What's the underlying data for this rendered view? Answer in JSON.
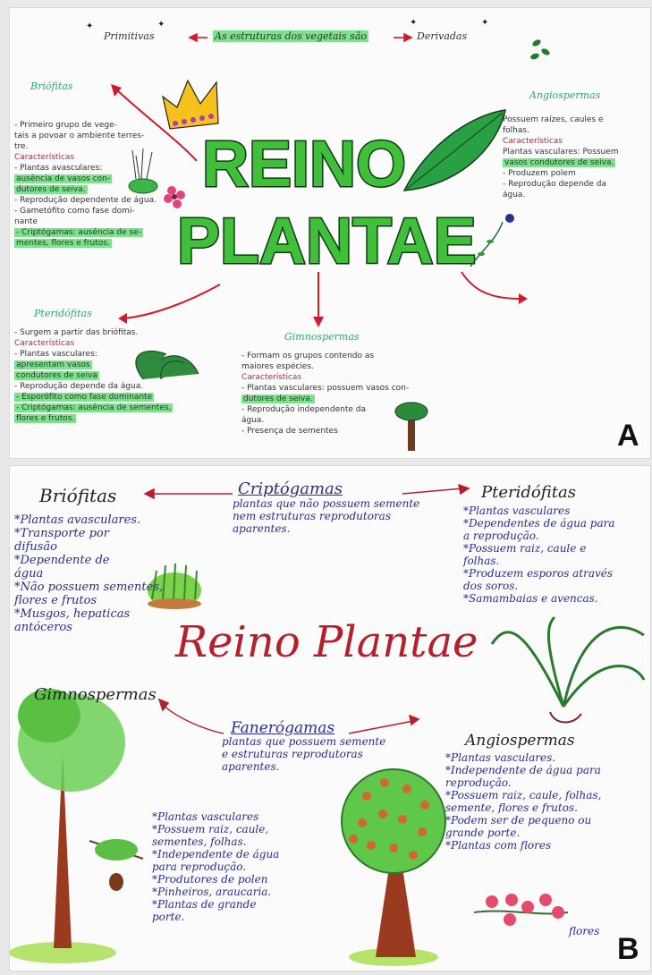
{
  "panel_a": {
    "letter": "A",
    "top_center": "As estruturas dos vegetais são",
    "top_left": "Primitivas",
    "top_right": "Derivadas",
    "title_line1": "REINO",
    "title_line2": "PLANTAE",
    "briofitas": {
      "title": "Briófitas",
      "lines": [
        "- Primeiro grupo de vege-",
        "tais a povoar o ambiente terres-",
        "tre.",
        "Características",
        "- Plantas avasculares:",
        "ausência de vasos con-",
        "dutores de seiva.",
        "- Reprodução dependente de água.",
        "- Gametófito como fase domi-",
        "nante",
        "- Criptógamas: ausência de se-",
        "mentes, flores e frutos."
      ]
    },
    "pteridofitas": {
      "title": "Pteridófitas",
      "lines": [
        "- Surgem a partir das briófitas.",
        "Características",
        "- Plantas vasculares:",
        "apresentam vasos",
        "condutores de seiva",
        "- Reprodução depende da água.",
        "- Esporófito como fase dominante",
        "- Criptógamas: ausência de sementes,",
        "flores e frutos."
      ]
    },
    "gimnospermas": {
      "title": "Gimnospermas",
      "lines": [
        "- Formam os grupos contendo as",
        "maiores espécies.",
        "Características",
        "- Plantas vasculares: possuem vasos con-",
        "dutores de seiva.",
        "- Reprodução independente da",
        "água.",
        "- Presença de sementes"
      ]
    },
    "angiospermas": {
      "title": "Angiospermas",
      "lines": [
        "Possuem raízes, caules e",
        "folhas.",
        "Características",
        "Plantas vasculares: Possuem",
        "vasos condutores de seiva.",
        "- Produzem polem",
        "- Reprodução depende da",
        "água."
      ]
    }
  },
  "panel_b": {
    "letter": "B",
    "title": "Reino Plantae",
    "criptogamas": {
      "title": "Criptógamas",
      "lines": [
        "plantas que não possuem semente",
        "nem estruturas reprodutoras",
        "aparentes."
      ]
    },
    "fanerogamas": {
      "title": "Fanerógamas",
      "lines": [
        "plantas que possuem semente",
        "e estruturas reprodutoras",
        "aparentes."
      ]
    },
    "briofitas": {
      "title": "Briófitas",
      "lines": [
        "*Plantas avasculares.",
        "*Transporte por",
        "difusão",
        "*Dependente de",
        "água",
        "*Não possuem sementes,",
        "flores e frutos",
        "*Musgos, hepaticas",
        "antóceros"
      ]
    },
    "pteridofitas": {
      "title": "Pteridófitas",
      "lines": [
        "*Plantas vasculares",
        "*Dependentes de água para",
        "a reprodução.",
        "*Possuem raiz, caule e",
        "folhas.",
        "*Produzem esporos através",
        "dos soros.",
        "*Samambaias e avencas."
      ]
    },
    "gimnospermas": {
      "title": "Gimnospermas",
      "lines": [
        "*Plantas vasculares",
        "*Possuem raiz, caule,",
        "sementes, folhas.",
        "*Independente de água",
        "para reprodução.",
        "*Produtores de polen",
        "*Pinheiros, araucaria.",
        "*Plantas de grande",
        "porte."
      ]
    },
    "angiospermas": {
      "title": "Angiospermas",
      "lines": [
        "*Plantas vasculares.",
        "*Independente de água para",
        "reprodução.",
        "*Possuem raiz, caule, folhas,",
        "semente, flores e frutos.",
        "*Podem ser de pequeno ou",
        "grande porte.",
        "*Plantas com flores"
      ]
    },
    "flower_label": "flores"
  },
  "colors": {
    "title_green": "#3fbf3a",
    "title_outline": "#0f3a12",
    "highlight": "#7fe08e",
    "arrow_red": "#d11a2a",
    "pen_blue": "#2a2d8c",
    "title_red": "#b61f2c"
  }
}
